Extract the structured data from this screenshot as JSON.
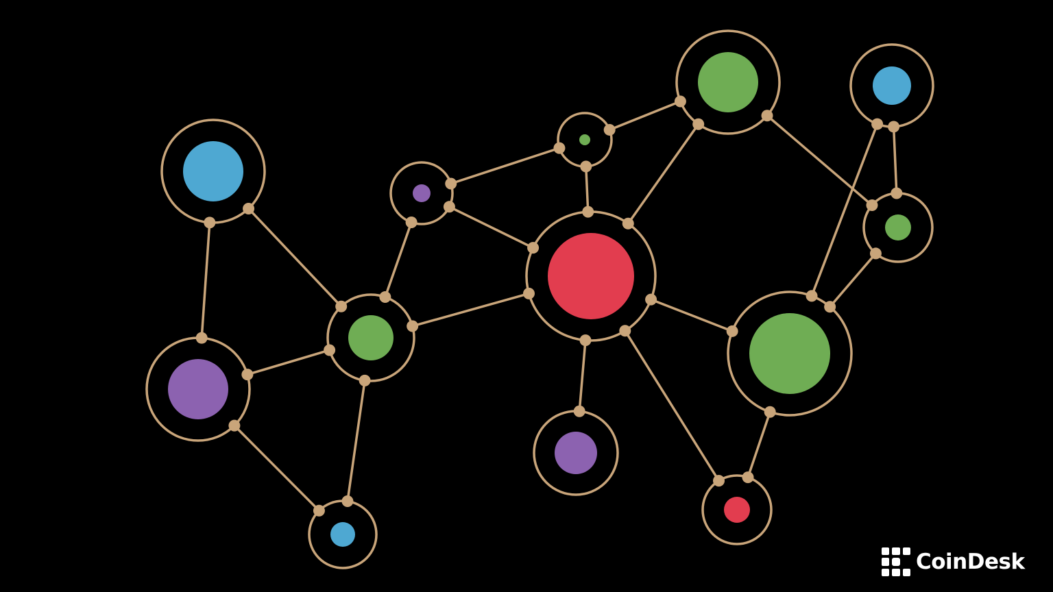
{
  "colors": {
    "background": "#000000",
    "ring": "#c9a57a",
    "edge": "#c9a57a",
    "port": "#c9a57a",
    "blue": "#4ea8d2",
    "green": "#6fad54",
    "purple": "#8c62b0",
    "red": "#e23d4f"
  },
  "nodes": [
    {
      "id": "n-blue-left",
      "color": "blue"
    },
    {
      "id": "n-purple-left",
      "color": "purple"
    },
    {
      "id": "n-blue-bottom",
      "color": "blue"
    },
    {
      "id": "n-green-left",
      "color": "green"
    },
    {
      "id": "n-purple-small",
      "color": "purple"
    },
    {
      "id": "n-green-tiny",
      "color": "green"
    },
    {
      "id": "n-green-top",
      "color": "green"
    },
    {
      "id": "n-blue-topright",
      "color": "blue"
    },
    {
      "id": "n-red-center",
      "color": "red"
    },
    {
      "id": "n-green-smallright",
      "color": "green"
    },
    {
      "id": "n-green-bigright",
      "color": "green"
    },
    {
      "id": "n-purple-bottom",
      "color": "purple"
    },
    {
      "id": "n-red-small",
      "color": "red"
    }
  ],
  "edges": [
    [
      "n-blue-left",
      "n-purple-left"
    ],
    [
      "n-blue-left",
      "n-green-left"
    ],
    [
      "n-purple-left",
      "n-green-left"
    ],
    [
      "n-purple-left",
      "n-blue-bottom"
    ],
    [
      "n-green-left",
      "n-blue-bottom"
    ],
    [
      "n-green-left",
      "n-purple-small"
    ],
    [
      "n-green-left",
      "n-red-center"
    ],
    [
      "n-purple-small",
      "n-red-center"
    ],
    [
      "n-purple-small",
      "n-green-tiny"
    ],
    [
      "n-green-tiny",
      "n-red-center"
    ],
    [
      "n-green-tiny",
      "n-green-top"
    ],
    [
      "n-green-top",
      "n-red-center"
    ],
    [
      "n-green-top",
      "n-green-smallright"
    ],
    [
      "n-blue-topright",
      "n-green-smallright"
    ],
    [
      "n-blue-topright",
      "n-green-bigright"
    ],
    [
      "n-green-smallright",
      "n-green-bigright"
    ],
    [
      "n-red-center",
      "n-green-bigright"
    ],
    [
      "n-red-center",
      "n-purple-bottom"
    ],
    [
      "n-red-center",
      "n-red-small"
    ],
    [
      "n-green-bigright",
      "n-red-small"
    ]
  ],
  "brand": {
    "name": "CoinDesk",
    "icon": "coindesk-logo-mark"
  }
}
